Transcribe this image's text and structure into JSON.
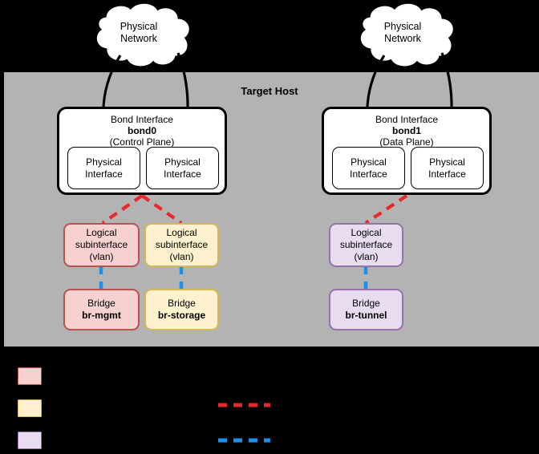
{
  "diagram": {
    "host": {
      "label": "Target Host",
      "background": "#b3b3b3"
    },
    "clouds": [
      {
        "line1": "Physical",
        "line2": "Network"
      },
      {
        "line1": "Physical",
        "line2": "Network"
      }
    ],
    "bonds": [
      {
        "title": "Bond Interface",
        "name": "bond0",
        "role": "(Control Plane)",
        "interfaces": [
          {
            "line1": "Physical",
            "line2": "Interface"
          },
          {
            "line1": "Physical",
            "line2": "Interface"
          }
        ]
      },
      {
        "title": "Bond Interface",
        "name": "bond1",
        "role": "(Data Plane)",
        "interfaces": [
          {
            "line1": "Physical",
            "line2": "Interface"
          },
          {
            "line1": "Physical",
            "line2": "Interface"
          }
        ]
      }
    ],
    "subinterfaces": [
      {
        "line1": "Logical",
        "line2": "subinterface",
        "line3": "(vlan)",
        "fill": "#f7d0d0",
        "stroke": "#b85450"
      },
      {
        "line1": "Logical",
        "line2": "subinterface",
        "line3": "(vlan)",
        "fill": "#fdf2cd",
        "stroke": "#d6b656"
      },
      {
        "line1": "Logical",
        "line2": "subinterface",
        "line3": "(vlan)",
        "fill": "#e8dcf0",
        "stroke": "#9673a6"
      }
    ],
    "bridges": [
      {
        "line1": "Bridge",
        "name": "br-mgmt",
        "fill": "#f7d0d0",
        "stroke": "#b85450"
      },
      {
        "line1": "Bridge",
        "name": "br-storage",
        "fill": "#fdf2cd",
        "stroke": "#d6b656"
      },
      {
        "line1": "Bridge",
        "name": "br-tunnel",
        "fill": "#e8dcf0",
        "stroke": "#9673a6"
      }
    ],
    "connectors": {
      "bond_to_vlan_color": "#e8282a",
      "vlan_to_bridge_color": "#1f8fee",
      "physical_link_color": "#000000"
    }
  },
  "legend": {
    "items": [
      {
        "swatch_fill": "#f7d0d0",
        "swatch_stroke": "#b85450",
        "label": ""
      },
      {
        "swatch_fill": "#fdf2cd",
        "swatch_stroke": "#d6b656",
        "label": ""
      },
      {
        "swatch_fill": "#e8dcf0",
        "swatch_stroke": "#9673a6",
        "label": ""
      }
    ],
    "lines": [
      {
        "color": "#e8282a",
        "label": ""
      },
      {
        "color": "#1f8fee",
        "label": ""
      }
    ]
  }
}
